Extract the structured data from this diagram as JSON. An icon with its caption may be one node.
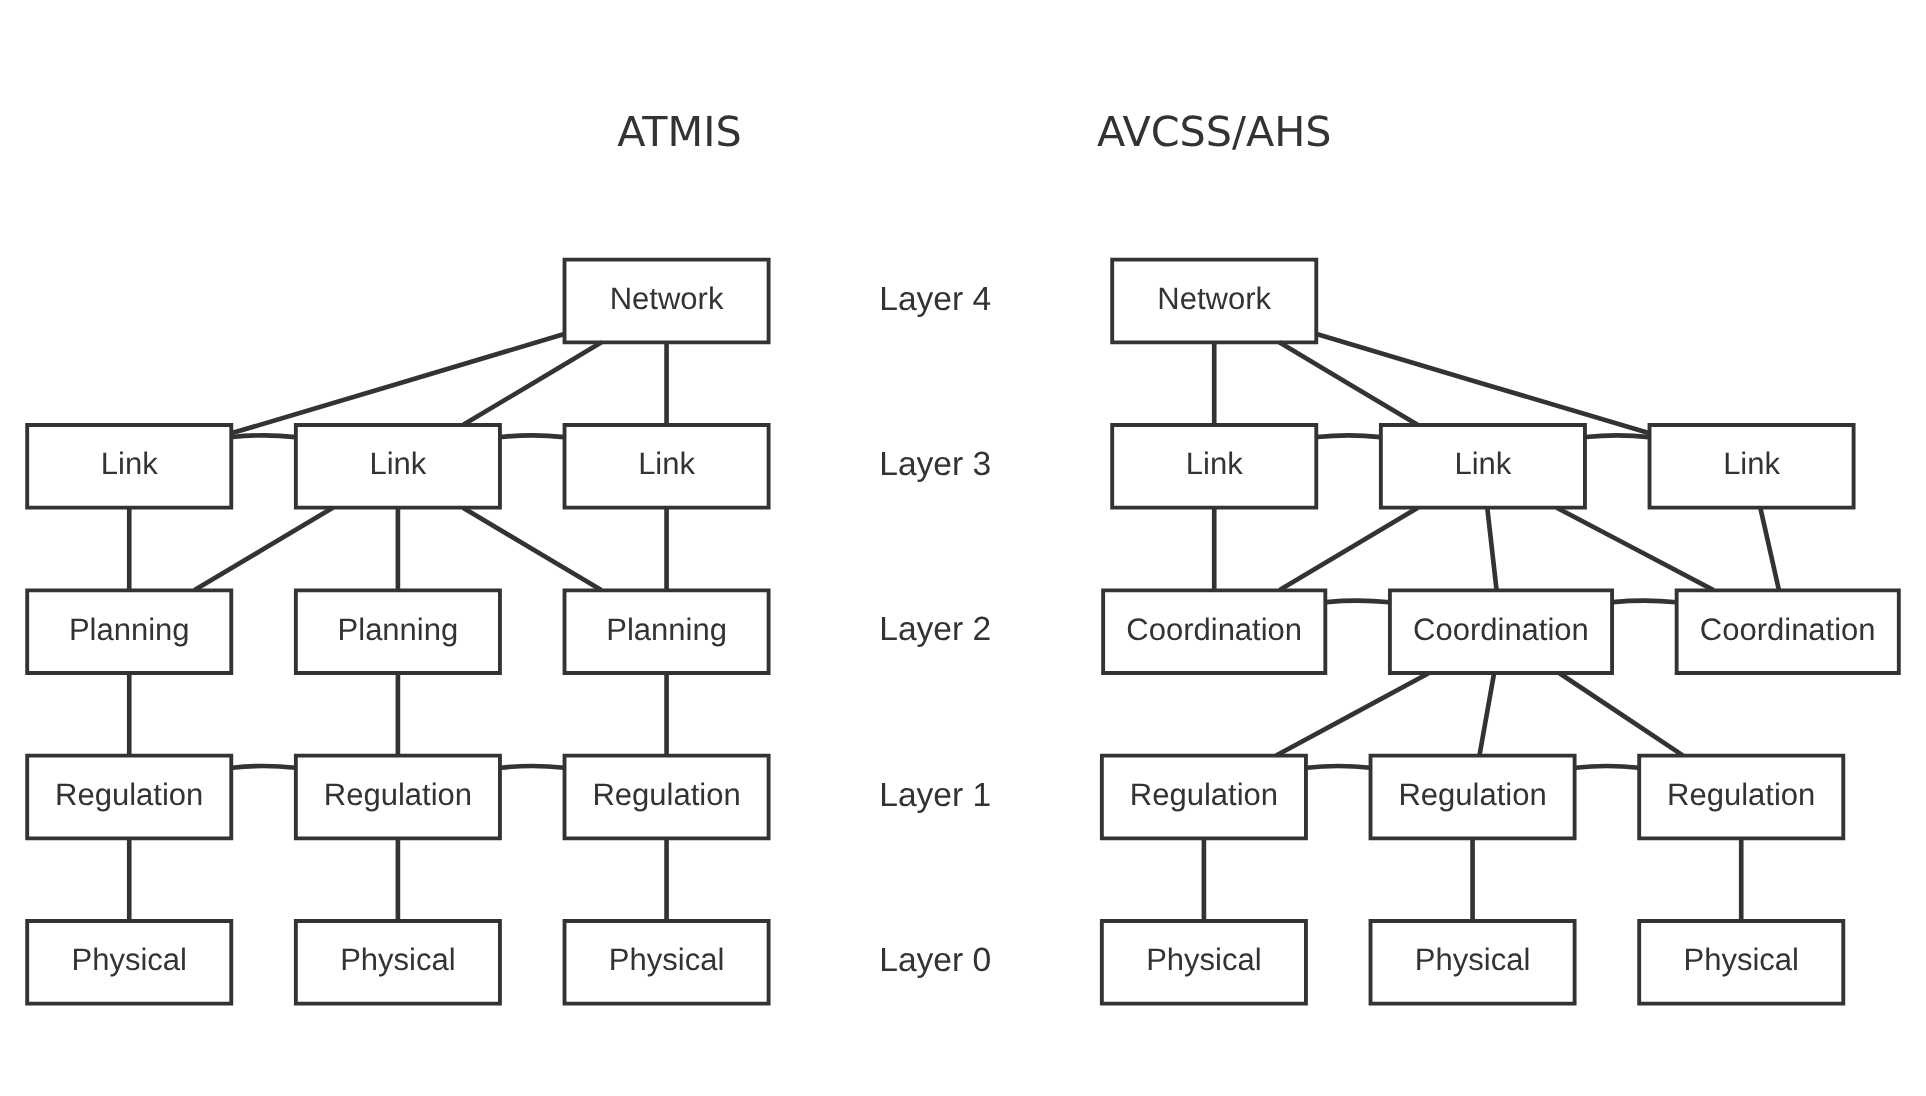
{
  "diagram": {
    "nodes": [
      {
        "text": [
          "Network"
        ]
      },
      {
        "text": [
          "Link"
        ]
      },
      {
        "text": [
          "Link"
        ]
      },
      {
        "text": [
          "Link"
        ]
      },
      {
        "text": [
          "Planning"
        ]
      },
      {
        "text": [
          "Planning"
        ]
      },
      {
        "text": [
          "Planning"
        ]
      },
      {
        "text": [
          "Regulation"
        ]
      },
      {
        "text": [
          "Regulation"
        ]
      },
      {
        "text": [
          "Regulation"
        ]
      },
      {
        "text": [
          "Physical"
        ]
      },
      {
        "text": [
          "Physical"
        ]
      },
      {
        "text": [
          "Physical"
        ]
      },
      {
        "text": [
          "Network"
        ]
      },
      {
        "text": [
          "Link"
        ]
      },
      {
        "text": [
          "Link"
        ]
      },
      {
        "text": [
          "Link"
        ]
      },
      {
        "text": [
          "Coordination"
        ]
      },
      {
        "text": [
          "Coordination"
        ]
      },
      {
        "text": [
          "Coordination"
        ]
      },
      {
        "text": [
          "Regulation"
        ]
      },
      {
        "text": [
          "Regulation"
        ]
      },
      {
        "text": [
          "Regulation"
        ]
      },
      {
        "text": [
          "Physical"
        ]
      },
      {
        "text": [
          "Physical"
        ]
      },
      {
        "text": [
          "Physical"
        ]
      }
    ],
    "edges": [
      {
        "from": 0,
        "to": 1,
        "arrow": "none"
      },
      {
        "from": 0,
        "to": 2,
        "arrow": "none"
      },
      {
        "from": 0,
        "to": 3,
        "arrow": "none"
      },
      {
        "from": 1,
        "to": 2,
        "arrow": "none"
      },
      {
        "from": 2,
        "to": 3,
        "arrow": "none"
      },
      {
        "from": 1,
        "to": 4,
        "arrow": "none"
      },
      {
        "from": 2,
        "to": 4,
        "arrow": "none"
      },
      {
        "from": 2,
        "to": 5,
        "arrow": "none"
      },
      {
        "from": 2,
        "to": 6,
        "arrow": "none"
      },
      {
        "from": 3,
        "to": 6,
        "arrow": "none"
      },
      {
        "from": 4,
        "to": 7,
        "arrow": "none"
      },
      {
        "from": 5,
        "to": 8,
        "arrow": "none"
      },
      {
        "from": 6,
        "to": 9,
        "arrow": "none"
      },
      {
        "from": 7,
        "to": 8,
        "arrow": "none"
      },
      {
        "from": 8,
        "to": 9,
        "arrow": "none"
      },
      {
        "from": 7,
        "to": 10,
        "arrow": "none"
      },
      {
        "from": 8,
        "to": 11,
        "arrow": "none"
      },
      {
        "from": 9,
        "to": 12,
        "arrow": "none"
      },
      {
        "from": 13,
        "to": 14,
        "arrow": "none"
      },
      {
        "from": 13,
        "to": 15,
        "arrow": "none"
      },
      {
        "from": 13,
        "to": 16,
        "arrow": "none"
      },
      {
        "from": 14,
        "to": 15,
        "arrow": "none"
      },
      {
        "from": 15,
        "to": 16,
        "arrow": "none"
      },
      {
        "from": 14,
        "to": 17,
        "arrow": "none"
      },
      {
        "from": 15,
        "to": 17,
        "arrow": "none"
      },
      {
        "from": 15,
        "to": 18,
        "arrow": "none"
      },
      {
        "from": 15,
        "to": 19,
        "arrow": "none"
      },
      {
        "from": 16,
        "to": 19,
        "arrow": "none"
      },
      {
        "from": 17,
        "to": 18,
        "arrow": "none"
      },
      {
        "from": 18,
        "to": 19,
        "arrow": "none"
      },
      {
        "from": 18,
        "to": 20,
        "arrow": "none"
      },
      {
        "from": 18,
        "to": 21,
        "arrow": "none"
      },
      {
        "from": 18,
        "to": 22,
        "arrow": "none"
      },
      {
        "from": 20,
        "to": 21,
        "arrow": "none"
      },
      {
        "from": 21,
        "to": 22,
        "arrow": "none"
      },
      {
        "from": 20,
        "to": 23,
        "arrow": "none"
      },
      {
        "from": 21,
        "to": 24,
        "arrow": "none"
      },
      {
        "from": 22,
        "to": 25,
        "arrow": "none"
      }
    ],
    "labels": [
      "ATMIS",
      "AVCSS/AHS",
      "Layer 4",
      "Layer 3",
      "Layer 2",
      "Layer 1",
      "Layer 0"
    ]
  }
}
